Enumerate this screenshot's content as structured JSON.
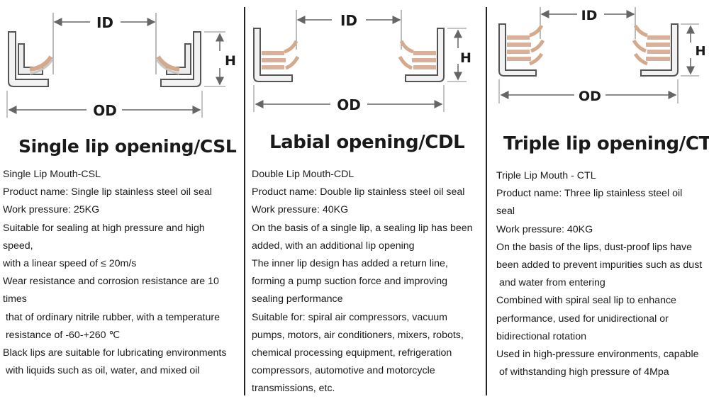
{
  "dimension_labels": {
    "id": "ID",
    "od": "OD",
    "h": "H"
  },
  "columns": [
    {
      "heading": "Single lip opening/CSL",
      "lines": [
        "Single Lip Mouth-CSL",
        "Product name: Single lip stainless steel oil seal",
        "Work pressure: 25KG",
        "Suitable for sealing at high pressure and high",
        "speed,",
        "with a linear speed of ≤ 20m/s",
        "Wear resistance and corrosion resistance are 10",
        "times",
        " that of ordinary nitrile rubber, with a temperature",
        " resistance of -60-+260 ℃",
        "Black lips are suitable for lubricating environments",
        " with liquids such as oil, water, and mixed oil"
      ]
    },
    {
      "heading": "Labial opening/CDL",
      "lines": [
        "Double Lip Mouth-CDL",
        "Product name: Double lip stainless steel oil seal",
        "Work pressure: 40KG",
        "On the basis of a single lip, a sealing lip has been",
        "added, with an additional lip opening",
        "The inner lip design has added a return line,",
        "forming a pump suction force and improving",
        "sealing performance",
        "Suitable for: spiral air compressors, vacuum",
        "pumps, motors, air conditioners, mixers, robots,",
        "chemical processing equipment, refrigeration",
        "compressors, automotive and motorcycle",
        "transmissions, etc."
      ]
    },
    {
      "heading": "Triple lip opening/CTL",
      "lines": [
        "Triple Lip Mouth - CTL",
        "Product name: Three lip stainless steel oil",
        "seal",
        "Work pressure: 40KG",
        "On the basis of the lips, dust-proof lips have",
        "been added to prevent impurities such as dust",
        " and water from entering",
        "Combined with spiral seal lip to enhance",
        "performance, used for unidirectional or",
        "bidirectional rotation",
        "Used in high-pressure environments, capable",
        " of withstanding high pressure of 4Mpa"
      ]
    }
  ]
}
